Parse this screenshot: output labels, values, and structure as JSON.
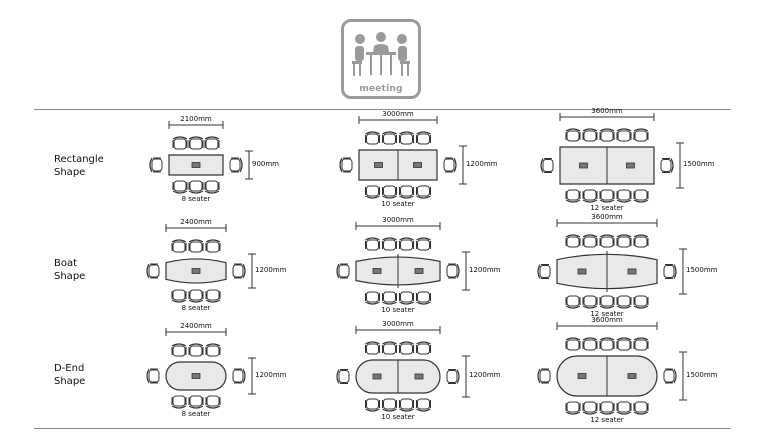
{
  "header": {
    "logo_icon": "meeting-icon",
    "logo_label": "meeting"
  },
  "colors": {
    "logo_gray": "#9a9a9a",
    "line": "#333333",
    "divider": "#8a8a8a",
    "table_fill": "#e9e9e9"
  },
  "rows": [
    {
      "label_line1": "Rectangle",
      "label_line2": "Shape",
      "shape": "rectangle",
      "tables": [
        {
          "width": "2100mm",
          "depth": "900mm",
          "seats": "8 seater",
          "per_side": 3,
          "sections": 1
        },
        {
          "width": "3000mm",
          "depth": "1200mm",
          "seats": "10 seater",
          "per_side": 4,
          "sections": 2
        },
        {
          "width": "3600mm",
          "depth": "1500mm",
          "seats": "12 seater",
          "per_side": 5,
          "sections": 2
        }
      ]
    },
    {
      "label_line1": "Boat",
      "label_line2": "Shape",
      "shape": "boat",
      "tables": [
        {
          "width": "2400mm",
          "depth": "1200mm",
          "seats": "8 seater",
          "per_side": 3,
          "sections": 1
        },
        {
          "width": "3000mm",
          "depth": "1200mm",
          "seats": "10 seater",
          "per_side": 4,
          "sections": 2
        },
        {
          "width": "3600mm",
          "depth": "1500mm",
          "seats": "12 seater",
          "per_side": 5,
          "sections": 2
        }
      ]
    },
    {
      "label_line1": "D-End",
      "label_line2": "Shape",
      "shape": "d-end",
      "tables": [
        {
          "width": "2400mm",
          "depth": "1200mm",
          "seats": "8 seater",
          "per_side": 3,
          "sections": 1
        },
        {
          "width": "3000mm",
          "depth": "1200mm",
          "seats": "10 seater",
          "per_side": 4,
          "sections": 2
        },
        {
          "width": "3600mm",
          "depth": "1500mm",
          "seats": "12 seater",
          "per_side": 5,
          "sections": 2
        }
      ]
    }
  ]
}
